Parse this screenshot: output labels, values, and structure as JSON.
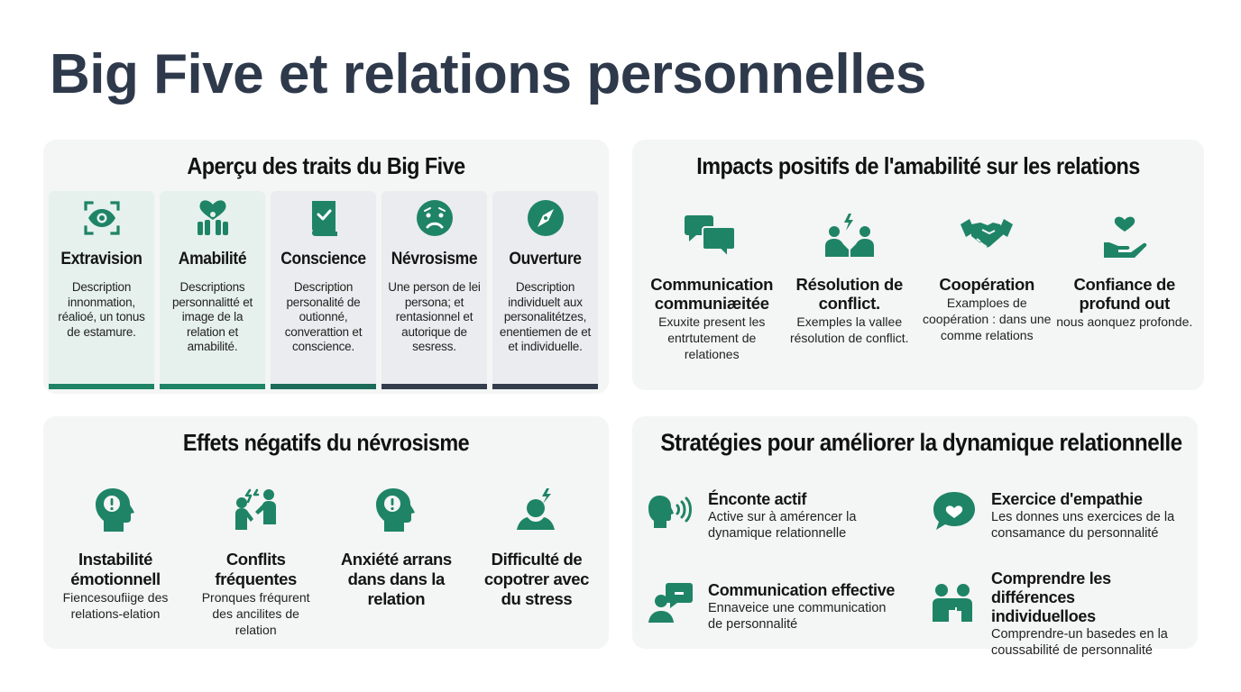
{
  "page": {
    "title": "Big Five et relations personnelles"
  },
  "colors": {
    "accent_green": "#1e8465",
    "dark_teal": "#1c6a5a",
    "slate": "#333d4c",
    "title": "#2e3a4b",
    "panel_bg": "#f4f5f5",
    "trait_green_bg": "#e6f1ee",
    "trait_gray_bg": "#ebecef"
  },
  "traits_panel": {
    "title": "Aperçu des traits du Big Five",
    "traits": [
      {
        "icon": "eye-scan-icon",
        "name": "Extravision",
        "description": "Description innonmation, réalioé, un tonus de estamure.",
        "bar_color": "#1e8465"
      },
      {
        "icon": "people-heart-icon",
        "name": "Amabilité",
        "description": "Descriptions personnalitté et image de la relation et amabilité.",
        "bar_color": "#1e8465"
      },
      {
        "icon": "book-check-icon",
        "name": "Conscience",
        "description": "Description personalité de outionné, converattion et conscience.",
        "bar_color": "#1c6a5a"
      },
      {
        "icon": "worried-face-icon",
        "name": "Névrosisme",
        "description": "Une person de lei persona; et rentasionnel et autorique de sesress.",
        "bar_color": "#333d4c"
      },
      {
        "icon": "compass-icon",
        "name": "Ouverture",
        "description": "Description individuelt aux personalitétzes, enentiemen de et et individuelle.",
        "bar_color": "#333d4c"
      }
    ]
  },
  "impacts_panel": {
    "title": "Impacts positifs de l'amabilité sur les relations",
    "items": [
      {
        "icon": "chat-bubbles-icon",
        "name_line1": "Communication",
        "name_line2": "communiæitée",
        "description": "Exuxite present les entrtutement de relationes"
      },
      {
        "icon": "people-conflict-icon",
        "name_line1": "Résolution de",
        "name_line2": "conflict.",
        "description": "Exemples la vallee résolution de conflict."
      },
      {
        "icon": "handshake-icon",
        "name_line1": "Coopération",
        "name_line2": "",
        "description": "Examploes de coopération : dans une comme relations"
      },
      {
        "icon": "hand-heart-icon",
        "name_line1": "Confiance de",
        "name_line2": "profund out",
        "description": "nous aonquez profonde."
      }
    ]
  },
  "negatives_panel": {
    "title": "Effets négatifs du névrosisme",
    "items": [
      {
        "icon": "head-alert-icon",
        "name_line1": "Instabilité",
        "name_line2": "émotionnell",
        "name_line3": "",
        "desc_line1": "Fiencesoufiige des",
        "desc_line2": "relations-elation",
        "desc_line3": ""
      },
      {
        "icon": "people-argue-icon",
        "name_line1": "Conflits",
        "name_line2": "fréquentes",
        "name_line3": "",
        "desc_line1": "Pronques fréqurent",
        "desc_line2": "des ancilites de",
        "desc_line3": "relation"
      },
      {
        "icon": "head-alert-icon",
        "name_line1": "Anxiété arrans",
        "name_line2": "dans dans la",
        "name_line3": "relation",
        "desc_line1": "",
        "desc_line2": "",
        "desc_line3": ""
      },
      {
        "icon": "person-stress-icon",
        "name_line1": "Difficulté de",
        "name_line2": "copotrer avec",
        "name_line3": "du stress",
        "desc_line1": "",
        "desc_line2": "",
        "desc_line3": ""
      }
    ]
  },
  "strategies_panel": {
    "title": "Stratégies pour améliorer la dynamique relationnelle",
    "items": [
      {
        "icon": "speaking-head-icon",
        "name": "Éncontе actif",
        "desc_line1": "Active sur à amérencer la",
        "desc_line2": "dynamique relationnelle"
      },
      {
        "icon": "heart-speech-bubble-icon",
        "name": "Exercice d'empathie",
        "desc_line1": "Les donnes uns exercices de la",
        "desc_line2": "consamance du personnalité"
      },
      {
        "icon": "person-message-icon",
        "name": "Communication effective",
        "desc_line1": "Ennaveice une communication",
        "desc_line2": "de personnalité"
      },
      {
        "icon": "two-people-icon",
        "name_line1": "Comprendre les différences",
        "name_line2": "individuelloes",
        "desc_line1": "Comprendre-un basedes en la",
        "desc_line2": "coussabilité de personnalité"
      }
    ]
  }
}
